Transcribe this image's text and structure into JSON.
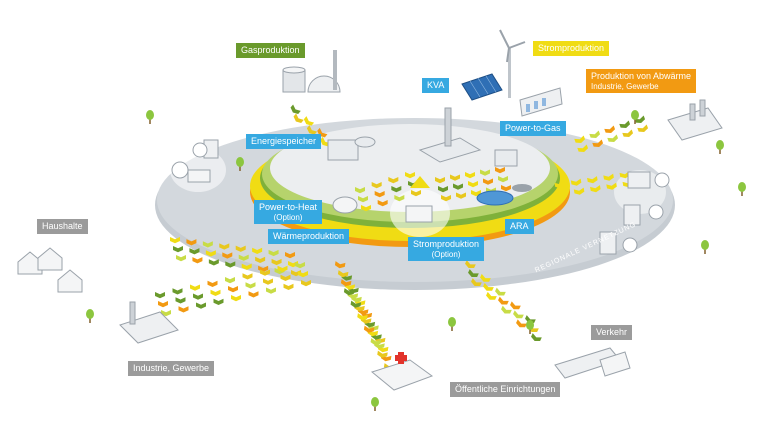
{
  "labels": {
    "gasproduktion": "Gasproduktion",
    "stromproduktion_top": "Stromproduktion",
    "kva": "KVA",
    "produktion_abwaerme": "Produktion von Abwärme",
    "produktion_abwaerme_sub": "Industrie, Gewerbe",
    "energiespeicher": "Energiespeicher",
    "power_to_gas": "Power-to-Gas",
    "power_to_heat": "Power-to-Heat",
    "power_to_heat_sub": "(Option)",
    "waermeproduktion": "Wärmeproduktion",
    "stromproduktion_center": "Stromproduktion",
    "stromproduktion_center_sub": "(Option)",
    "ara": "ARA",
    "haushalte": "Haushalte",
    "industrie_gewerbe": "Industrie, Gewerbe",
    "verkehr": "Verkehr",
    "oeffentliche_einrichtungen": "Öffentliche Einrichtungen",
    "ring": "REGIONALE VERNETZUNG"
  },
  "colors": {
    "green": "#6a9a2c",
    "yellow": "#f0dc14",
    "orange": "#f29a12",
    "blue": "#36a9e1",
    "gray": "#9b9b9b",
    "disc": "#c9ced3"
  },
  "icons": [
    "factory-icon",
    "wind-turbine-icon",
    "solar-panel-icon",
    "gas-tank-icon",
    "house-icon",
    "train-icon",
    "hospital-icon",
    "tree-icon",
    "leaf-icon"
  ]
}
